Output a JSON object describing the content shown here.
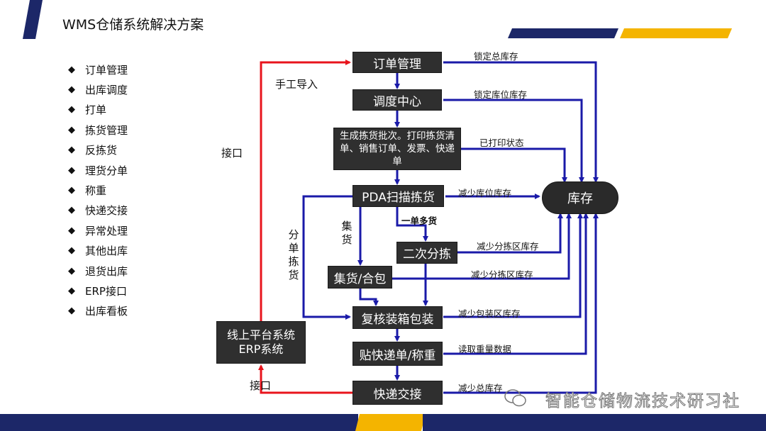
{
  "title": "WMS仓储系统解决方案",
  "colors": {
    "navy": "#1c2768",
    "gold": "#f4b400",
    "flow": "#1a1aa8",
    "red": "#e8141c"
  },
  "feature_list": [
    "订单管理",
    "出库调度",
    "打单",
    "拣货管理",
    "反拣货",
    "理货分单",
    "称重",
    "快递交接",
    "异常处理",
    "其他出库",
    "退货出库",
    "ERP接口",
    "出库看板"
  ],
  "boxes": {
    "order": "订单管理",
    "dispatch": "调度中心",
    "batch": "生成拣货批次。打印拣货清单、销售订单、发票、快递单",
    "pda": "PDA扫描拣货",
    "second_sort": "二次分拣",
    "collect": "集货/合包",
    "review": "复核装箱包装",
    "weigh": "贴快递单/称重",
    "handover": "快递交接",
    "stock": "库存",
    "erp": "线上平台系统\nERP系统"
  },
  "labels": {
    "lock_total": "锁定总库存",
    "lock_loc": "锁定库位库存",
    "printed": "已打印状态",
    "reduce_loc": "减少库位库存",
    "one_order_multi": "一单多货",
    "reduce_sort_1": "减少分拣区库存",
    "reduce_sort_2": "减少分拣区库存",
    "reduce_pack": "减少包装区库存",
    "read_weight": "读取重量数据",
    "reduce_total": "减少总库存",
    "manual_import": "手工导入",
    "interface_1": "接口",
    "interface_2": "接口",
    "collect_v": "集货",
    "split_pick_v": "分单拣货"
  },
  "watermark": "智能仓储物流技术研习社"
}
